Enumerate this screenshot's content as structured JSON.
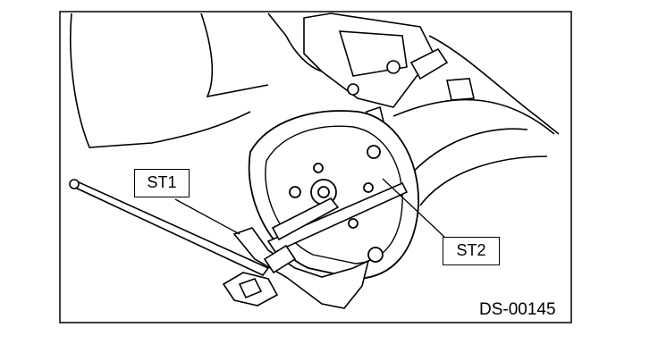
{
  "figure": {
    "callouts": [
      {
        "id": "st1",
        "text": "ST1"
      },
      {
        "id": "st2",
        "text": "ST2"
      }
    ],
    "figure_id": "DS-00145",
    "colors": {
      "line": "#000000",
      "background": "#ffffff"
    }
  }
}
